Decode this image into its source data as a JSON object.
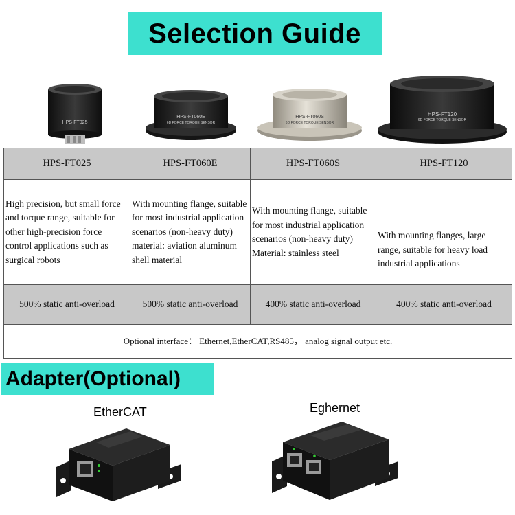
{
  "title": "Selection Guide",
  "products": [
    {
      "model": "HPS-FT025",
      "sensor_text": "HPS-FT025",
      "sensor_sub": "",
      "description": "High precision, but small force and torque range, suitable for other high-precision force control applications such as surgical robots",
      "overload": "500% static anti-overload"
    },
    {
      "model": "HPS-FT060E",
      "sensor_text": "HPS-FT060E",
      "sensor_sub": "6D FORCE TORQUE SENSOR",
      "description": "With mounting flange, suitable for most industrial application scenarios (non-heavy duty)\nmaterial: aviation aluminum shell material",
      "overload": "500% static anti-overload"
    },
    {
      "model": "HPS-FT060S",
      "sensor_text": "HPS-FT060S",
      "sensor_sub": "6D FORCE TORQUE SENSOR",
      "description": "With mounting flange, suitable for most industrial application scenarios (non-heavy duty)\nMaterial: stainless steel",
      "overload": "400% static anti-overload"
    },
    {
      "model": "HPS-FT120",
      "sensor_text": "HPS-FT120",
      "sensor_sub": "6D FORCE TORQUE SENSOR",
      "description": "With mounting flanges, large range, suitable for heavy load industrial applications",
      "overload": "400% static anti-overload"
    }
  ],
  "optional_interface": "Optional interface： Ethernet,EtherCAT,RS485， analog signal output etc.",
  "adapter_title": "Adapter(Optional)",
  "adapters": [
    {
      "label": "EtherCAT"
    },
    {
      "label": "Eghernet"
    }
  ],
  "colors": {
    "banner": "#3de0cf",
    "table_header": "#c8c8c8",
    "sensor_dark": "#1c1c1c",
    "sensor_steel": "#c9c4b8"
  }
}
